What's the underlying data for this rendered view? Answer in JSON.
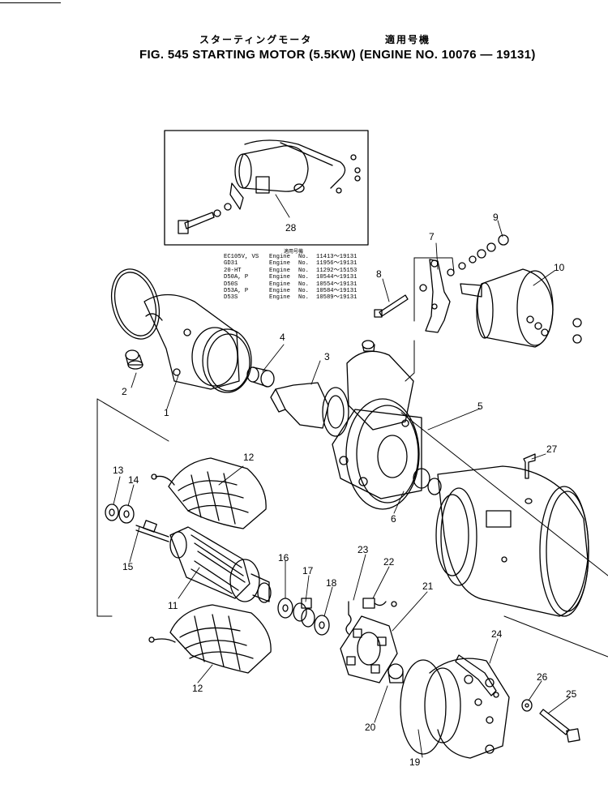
{
  "header": {
    "part_name_jp": "スターティングモータ",
    "applicability_jp": "適用号機",
    "title": "FIG. 545  STARTING MOTOR (5.5KW) (ENGINE NO. 10076 — 19131)"
  },
  "applicability_table": {
    "heading": "適用号機",
    "rows": [
      {
        "model": "EC105V, VS",
        "engine": "Engine",
        "no": "No.",
        "range": "11413～19131"
      },
      {
        "model": "GD31",
        "engine": "Engine",
        "no": "No.",
        "range": "11956～19131"
      },
      {
        "model": "20-HT",
        "engine": "Engine",
        "no": "No.",
        "range": "11292～15153"
      },
      {
        "model": "D50A, P",
        "engine": "Engine",
        "no": "No.",
        "range": "10544～19131"
      },
      {
        "model": "D50S",
        "engine": "Engine",
        "no": "No.",
        "range": "10554～19131"
      },
      {
        "model": "D53A, P",
        "engine": "Engine",
        "no": "No.",
        "range": "10584～19131"
      },
      {
        "model": "D53S",
        "engine": "Engine",
        "no": "No.",
        "range": "10589～19131"
      }
    ]
  },
  "callouts": [
    "1",
    "2",
    "3",
    "4",
    "5",
    "6",
    "7",
    "8",
    "9",
    "10",
    "11",
    "12",
    "12",
    "13",
    "14",
    "15",
    "16",
    "17",
    "18",
    "19",
    "20",
    "21",
    "22",
    "23",
    "24",
    "25",
    "26",
    "27",
    "28"
  ]
}
